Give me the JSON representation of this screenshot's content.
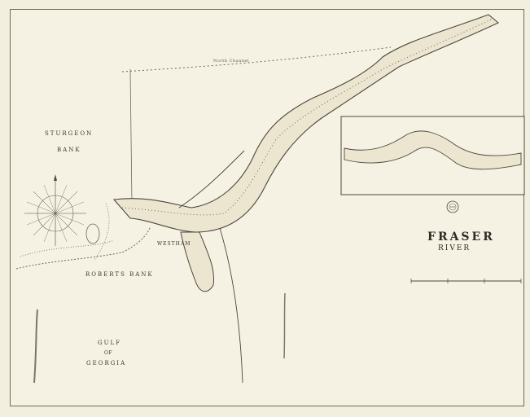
{
  "map": {
    "title": "FRASER",
    "subtitle": "RIVER",
    "labels": {
      "sturgeon": "STURGEON",
      "bank": "BANK",
      "roberts_bank": "ROBERTS BANK",
      "gulf": "GULF",
      "of": "OF",
      "georgia": "GEORGIA",
      "westham": "WESTHAM",
      "north_channel": "North Channel"
    }
  },
  "colors": {
    "paper": "#f3efdf",
    "ink": "#3a3630",
    "soundings": "#6b665a"
  }
}
